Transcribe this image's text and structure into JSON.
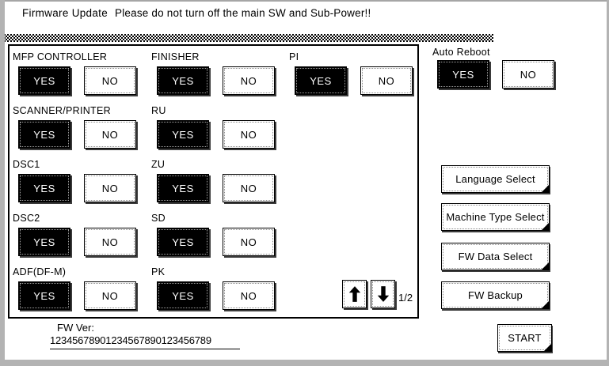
{
  "header": {
    "title": "Firmware Update",
    "warning": "Please do not turn off the main SW and Sub-Power!!"
  },
  "panel": {
    "groups": [
      {
        "label": "MFP CONTROLLER",
        "yes": "YES",
        "no": "NO",
        "selected": "yes"
      },
      {
        "label": "FINISHER",
        "yes": "YES",
        "no": "NO",
        "selected": "yes"
      },
      {
        "label": "PI",
        "yes": "YES",
        "no": "NO",
        "selected": "yes"
      },
      {
        "label": "SCANNER/PRINTER",
        "yes": "YES",
        "no": "NO",
        "selected": "yes"
      },
      {
        "label": "RU",
        "yes": "YES",
        "no": "NO",
        "selected": "yes"
      },
      {
        "label": "DSC1",
        "yes": "YES",
        "no": "NO",
        "selected": "yes"
      },
      {
        "label": "ZU",
        "yes": "YES",
        "no": "NO",
        "selected": "yes"
      },
      {
        "label": "DSC2",
        "yes": "YES",
        "no": "NO",
        "selected": "yes"
      },
      {
        "label": "SD",
        "yes": "YES",
        "no": "NO",
        "selected": "yes"
      },
      {
        "label": "ADF(DF-M)",
        "yes": "YES",
        "no": "NO",
        "selected": "yes"
      },
      {
        "label": "PK",
        "yes": "YES",
        "no": "NO",
        "selected": "yes"
      }
    ],
    "pager": {
      "page": "1/2",
      "up_icon": "up-arrow",
      "down_icon": "down-arrow"
    }
  },
  "sidebar": {
    "auto_reboot": {
      "label": "Auto Reboot",
      "yes": "YES",
      "no": "NO",
      "selected": "yes"
    },
    "menu_buttons": [
      {
        "label": "Language Select"
      },
      {
        "label": "Machine Type Select"
      },
      {
        "label": "FW Data Select"
      },
      {
        "label": "FW Backup"
      }
    ],
    "start_label": "START"
  },
  "footer": {
    "fw_ver_label": "FW Ver:",
    "fw_ver_value": "12345678901234567890123456789"
  },
  "colors": {
    "text": "#000000",
    "background": "#ffffff",
    "frame": "#b3b3b3",
    "selected_bg": "#000000",
    "selected_text": "#ffffff"
  }
}
